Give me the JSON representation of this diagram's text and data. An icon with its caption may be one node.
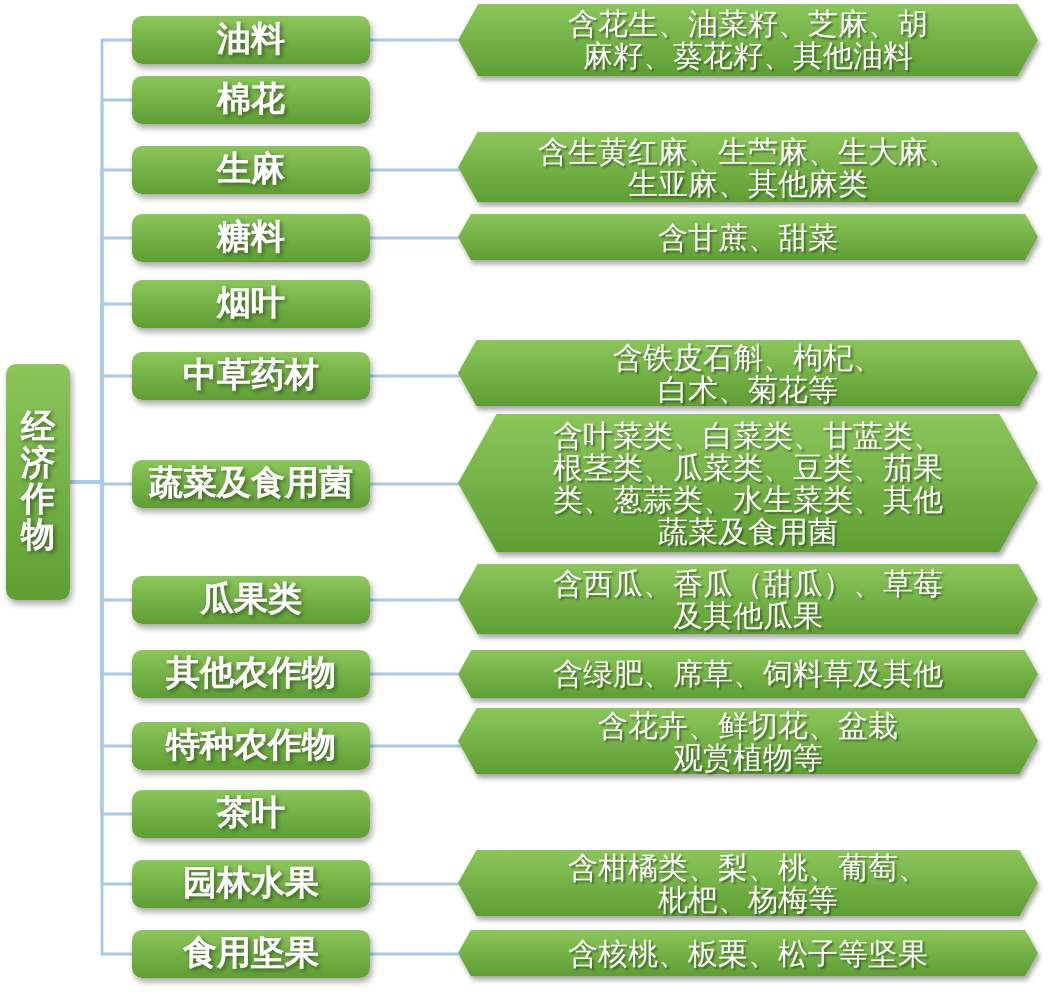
{
  "diagram": {
    "nodes": [
      {
        "text": [
          "经济作物"
        ]
      },
      {
        "text": [
          "油料"
        ]
      },
      {
        "text": [
          "含花生、油菜籽、芝麻、胡麻籽、葵花籽、其他油料"
        ]
      },
      {
        "text": [
          "棉花"
        ]
      },
      {
        "text": [
          "生麻"
        ]
      },
      {
        "text": [
          "含生黄红麻、生苎麻、生大麻、生亚麻、其他麻类"
        ]
      },
      {
        "text": [
          "糖料"
        ]
      },
      {
        "text": [
          "含甘蔗、甜菜"
        ]
      },
      {
        "text": [
          "烟叶"
        ]
      },
      {
        "text": [
          "中草药材"
        ]
      },
      {
        "text": [
          "含铁皮石斛、枸杞、白术、菊花等"
        ]
      },
      {
        "text": [
          "蔬菜及食用菌"
        ]
      },
      {
        "text": [
          "含叶菜类、白菜类、甘蓝类、根茎类、瓜菜类、豆类、茄果类、葱蒜类、水生菜类、其他蔬菜及食用菌"
        ]
      },
      {
        "text": [
          "瓜果类"
        ]
      },
      {
        "text": [
          "含西瓜、香瓜（甜瓜）、草莓及其他瓜果"
        ]
      },
      {
        "text": [
          "其他农作物"
        ]
      },
      {
        "text": [
          "含绿肥、席草、饲料草及其他"
        ]
      },
      {
        "text": [
          "特种农作物"
        ]
      },
      {
        "text": [
          "含花卉、鲜切花、盆栽观赏植物等"
        ]
      },
      {
        "text": [
          "茶叶"
        ]
      },
      {
        "text": [
          "园林水果"
        ]
      },
      {
        "text": [
          "含柑橘类、梨、桃、葡萄、枇杷、杨梅等"
        ]
      },
      {
        "text": [
          "食用坚果"
        ]
      },
      {
        "text": [
          "含核桃、板栗、松子等坚果"
        ]
      }
    ],
    "edges": [
      {
        "from": 0,
        "to": 1,
        "arrow": "none"
      },
      {
        "from": 0,
        "to": 3,
        "arrow": "none"
      },
      {
        "from": 0,
        "to": 4,
        "arrow": "none"
      },
      {
        "from": 0,
        "to": 6,
        "arrow": "none"
      },
      {
        "from": 0,
        "to": 8,
        "arrow": "none"
      },
      {
        "from": 0,
        "to": 9,
        "arrow": "none"
      },
      {
        "from": 0,
        "to": 11,
        "arrow": "none"
      },
      {
        "from": 0,
        "to": 13,
        "arrow": "none"
      },
      {
        "from": 0,
        "to": 15,
        "arrow": "none"
      },
      {
        "from": 0,
        "to": 17,
        "arrow": "none"
      },
      {
        "from": 0,
        "to": 19,
        "arrow": "none"
      },
      {
        "from": 0,
        "to": 20,
        "arrow": "none"
      },
      {
        "from": 0,
        "to": 22,
        "arrow": "none"
      },
      {
        "from": 1,
        "to": 2,
        "arrow": "none"
      },
      {
        "from": 4,
        "to": 5,
        "arrow": "none"
      },
      {
        "from": 6,
        "to": 7,
        "arrow": "none"
      },
      {
        "from": 9,
        "to": 10,
        "arrow": "none"
      },
      {
        "from": 11,
        "to": 12,
        "arrow": "none"
      },
      {
        "from": 13,
        "to": 14,
        "arrow": "none"
      },
      {
        "from": 15,
        "to": 16,
        "arrow": "none"
      },
      {
        "from": 17,
        "to": 18,
        "arrow": "none"
      },
      {
        "from": 20,
        "to": 21,
        "arrow": "none"
      },
      {
        "from": 22,
        "to": 23,
        "arrow": "none"
      }
    ]
  }
}
